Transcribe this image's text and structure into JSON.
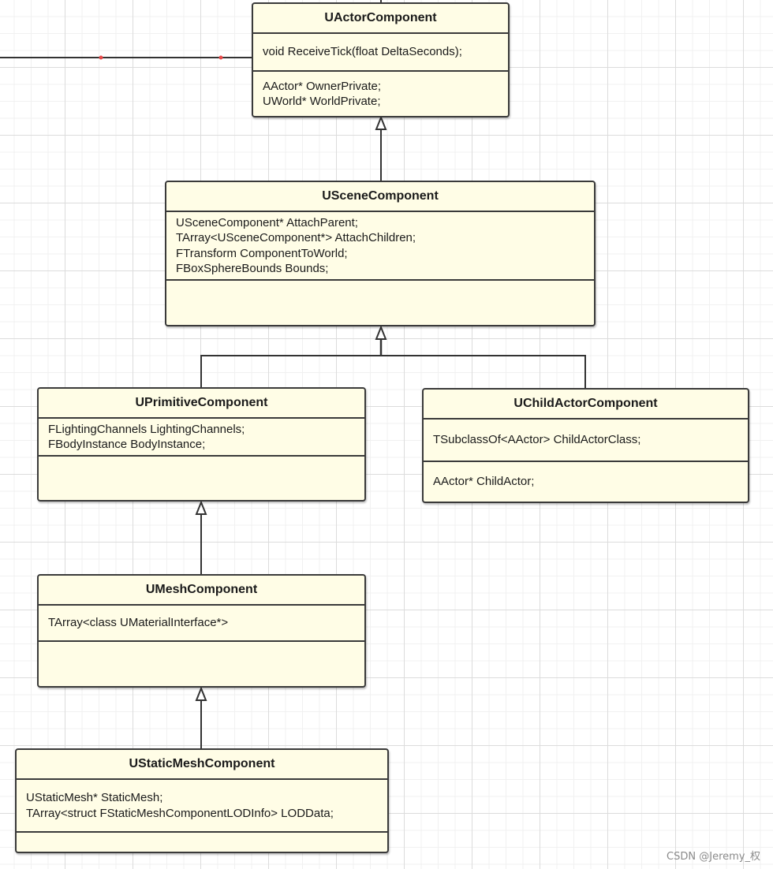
{
  "classes": {
    "actor_component": {
      "name": "UActorComponent",
      "methods": [
        "void ReceiveTick(float DeltaSeconds);"
      ],
      "attributes": [
        " AActor* OwnerPrivate;",
        "UWorld* WorldPrivate;"
      ]
    },
    "scene_component": {
      "name": "USceneComponent",
      "attributes": [
        "USceneComponent* AttachParent;",
        "TArray<USceneComponent*> AttachChildren;",
        "FTransform ComponentToWorld;",
        "FBoxSphereBounds Bounds;"
      ],
      "methods": []
    },
    "primitive_component": {
      "name": "UPrimitiveComponent",
      "attributes": [
        "FLightingChannels LightingChannels;",
        "FBodyInstance BodyInstance;"
      ],
      "methods": []
    },
    "child_actor_component": {
      "name": "UChildActorComponent",
      "attributes": [
        "TSubclassOf<AActor> ChildActorClass;"
      ],
      "methods": [
        "AActor*  ChildActor;"
      ]
    },
    "mesh_component": {
      "name": "UMeshComponent",
      "attributes": [
        "TArray<class UMaterialInterface*>"
      ],
      "methods": []
    },
    "static_mesh_component": {
      "name": "UStaticMeshComponent",
      "attributes": [
        "UStaticMesh* StaticMesh;",
        "TArray<struct FStaticMeshComponentLODInfo> LODData;"
      ],
      "methods": []
    }
  },
  "watermark": "CSDN @Jeremy_权",
  "colors": {
    "class_fill": "#fffde6",
    "class_border": "#3a3a3a",
    "grid_major": "#dcdcdc",
    "grid_minor": "#f1f1f1",
    "edge": "#333333",
    "waypoint": "#e84a4a"
  }
}
